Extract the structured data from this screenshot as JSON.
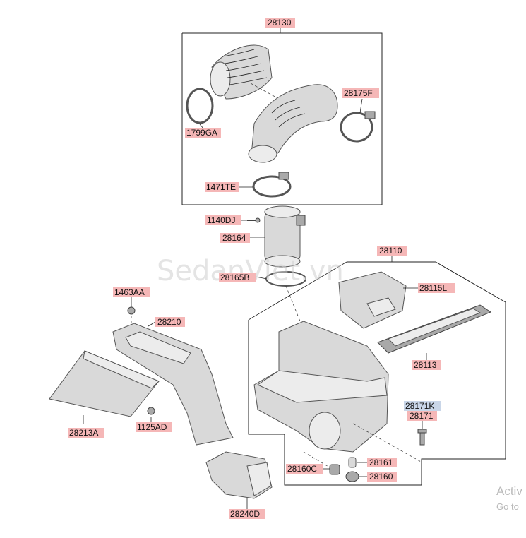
{
  "labels": {
    "l28130": "28130",
    "l1799GA": "1799GA",
    "l28175F": "28175F",
    "l1471TE": "1471TE",
    "l1140DJ": "1140DJ",
    "l28164": "28164",
    "l28110": "28110",
    "l28165B": "28165B",
    "l28115L": "28115L",
    "l1463AA": "1463AA",
    "l28210": "28210",
    "l28113": "28113",
    "l28213A": "28213A",
    "l1125AD": "1125AD",
    "l28171K": "28171K",
    "l28171": "28171",
    "l28160C": "28160C",
    "l28161": "28161",
    "l28160": "28160",
    "l28240D": "28240D"
  },
  "watermark": "SedanViet.vn",
  "activation": {
    "line1": "Activ",
    "line2": "Go to"
  },
  "colors": {
    "label_highlight": "#f5b7b7",
    "label_highlight_alt": "#c9d6e8",
    "part_fill": "#d9d9d9"
  }
}
